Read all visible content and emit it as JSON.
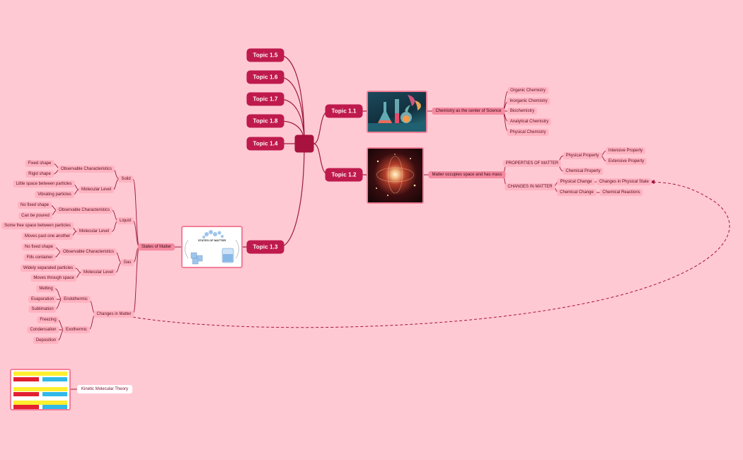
{
  "colors": {
    "background": "#ffc9d3",
    "central": "#a8123e",
    "topic": "#bf1a4d",
    "subtopic": "#f58aa0",
    "leaf": "#ffb3c1",
    "connector": "#9c1a3c"
  },
  "topics": {
    "t15": "Topic 1.5",
    "t16": "Topic 1.6",
    "t17": "Topic 1.7",
    "t18": "Topic 1.8",
    "t14": "Topic 1.4",
    "t11": "Topic 1.1",
    "t12": "Topic 1.2",
    "t13": "Topic 1.3"
  },
  "topic11": {
    "main": "Chemistry as the center of Science",
    "items": [
      "Organic Chemistry",
      "Inorganic Chemistry",
      "Biochemistry",
      "Analytical Chemistry",
      "Physical Chemistry"
    ]
  },
  "topic12": {
    "main": "Matter occupies space and has mass",
    "properties": {
      "label": "PROPERTIES OF MATTER",
      "physical": "Physical Property",
      "intensive": "Intensive Property",
      "extensive": "Extensive Property",
      "chemical": "Chemical Property"
    },
    "changes": {
      "label": "CHANGES IN MATTER",
      "physical": "Physical Change",
      "physical_state": "Changes in Physical State",
      "chemical": "Chemical Change",
      "reactions": "Chemical Reactions"
    }
  },
  "topic13": {
    "states_label": "States of Matter",
    "image_title": "STATES OF MATTER",
    "solid": {
      "label": "Solid",
      "observable": "Observable Characteristics",
      "obs_items": [
        "Fixed shape",
        "Rigid shape"
      ],
      "molecular": "Molecular Level",
      "mol_items": [
        "Little space between particles",
        "Vibrating particles"
      ]
    },
    "liquid": {
      "label": "Liquid",
      "observable": "Observable Characteristics",
      "obs_items": [
        "No fixed shape",
        "Can be poured"
      ],
      "molecular": "Molecular Level",
      "mol_items": [
        "Some free space between particles",
        "Moves past one another"
      ]
    },
    "gas": {
      "label": "Gas",
      "observable": "Observable Characteristics",
      "obs_items": [
        "No fixed shape",
        "Fills container"
      ],
      "molecular": "Molecular Level",
      "mol_items": [
        "Widely separated particles",
        "Moves through space"
      ]
    },
    "changes": {
      "label": "Changes in Matter",
      "endothermic": "Endothermic",
      "endo_items": [
        "Melting",
        "Evaporation",
        "Sublimation"
      ],
      "exothermic": "Exothermic",
      "exo_items": [
        "Freezing",
        "Condensation",
        "Deposition"
      ]
    }
  },
  "kmt": {
    "label": "Kinetic Molecular Theory"
  }
}
